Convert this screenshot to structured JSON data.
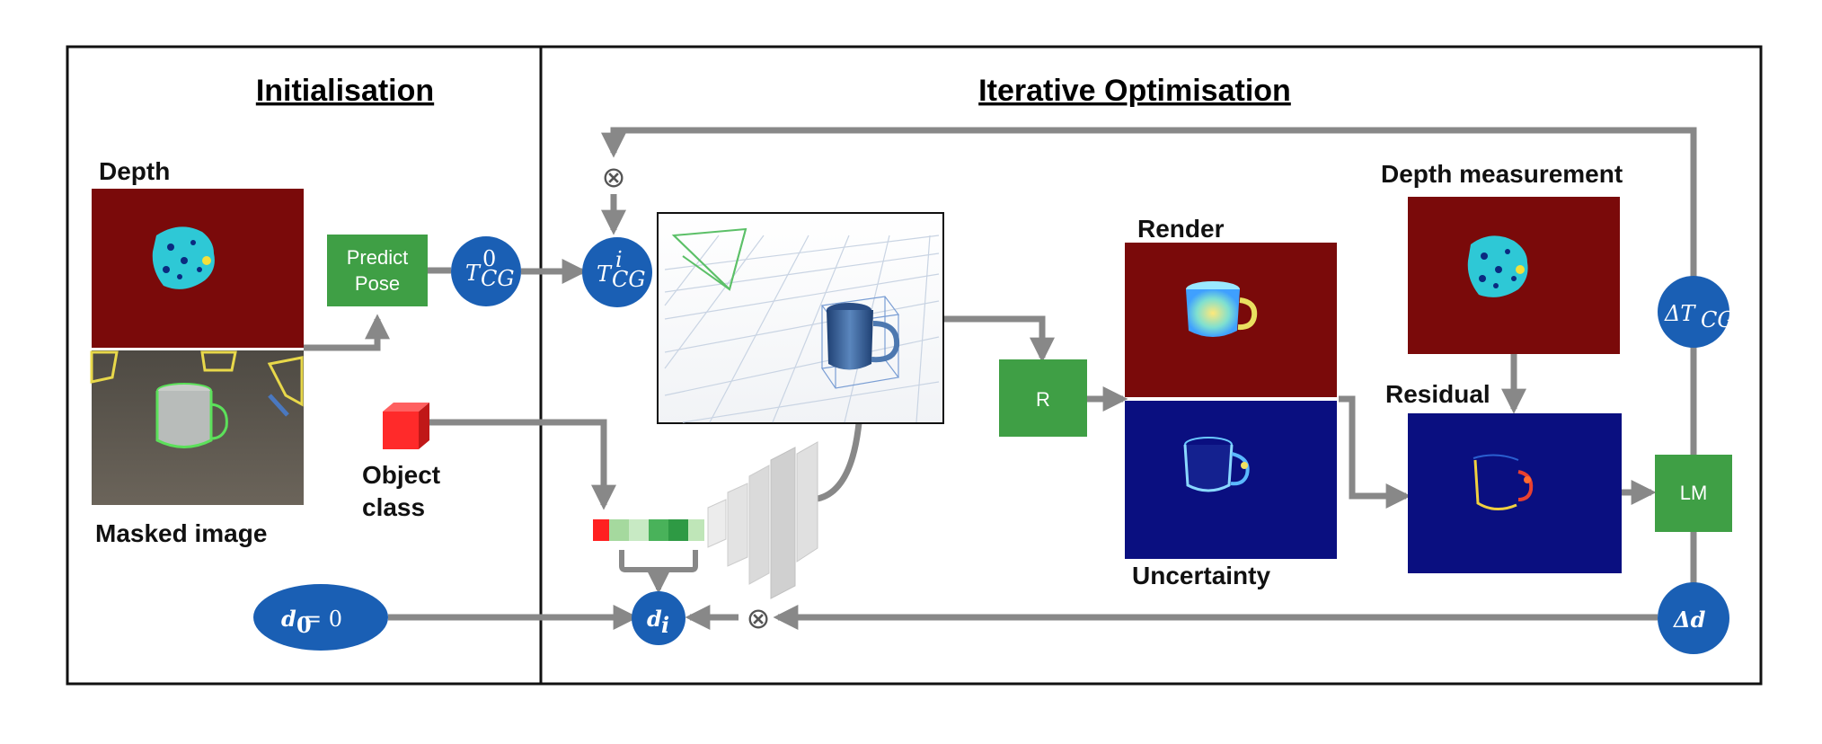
{
  "sections": {
    "left_title": "Initialisation",
    "right_title": "Iterative Optimisation"
  },
  "labels": {
    "depth": "Depth",
    "masked_image": "Masked image",
    "object_class_line1": "Object",
    "object_class_line2": "class",
    "render": "Render",
    "uncertainty": "Uncertainty",
    "depth_measurement": "Depth measurement",
    "residual": "Residual"
  },
  "boxes": {
    "predict_pose_line1": "Predict",
    "predict_pose_line2": "Pose",
    "renderer": "R",
    "lm": "LM"
  },
  "nodes": {
    "t0_base": "T",
    "t0_sup": "0",
    "t0_sub": "CG",
    "ti_base": "T",
    "ti_sup": "i",
    "ti_sub": "CG",
    "delta_t": "ΔT",
    "delta_t_sub": "CG",
    "delta_d": "Δd",
    "d0": "d",
    "d0_sub": "0",
    "d0_eq": " = 0",
    "di": "d",
    "di_sub": "i"
  },
  "symbols": {
    "otimes": "⊗"
  },
  "colors": {
    "green": "#3f9f45",
    "blue": "#1a5fb4",
    "arrow": "#888888",
    "dark_red": "#7a0a0a",
    "navy": "#0a0f80",
    "red_cube": "#ff2a2a"
  },
  "latent_code_colors": [
    "#ff2020",
    "#a5d99e",
    "#c8eac4",
    "#49b25a",
    "#2e9a44",
    "#bfe6b8"
  ]
}
